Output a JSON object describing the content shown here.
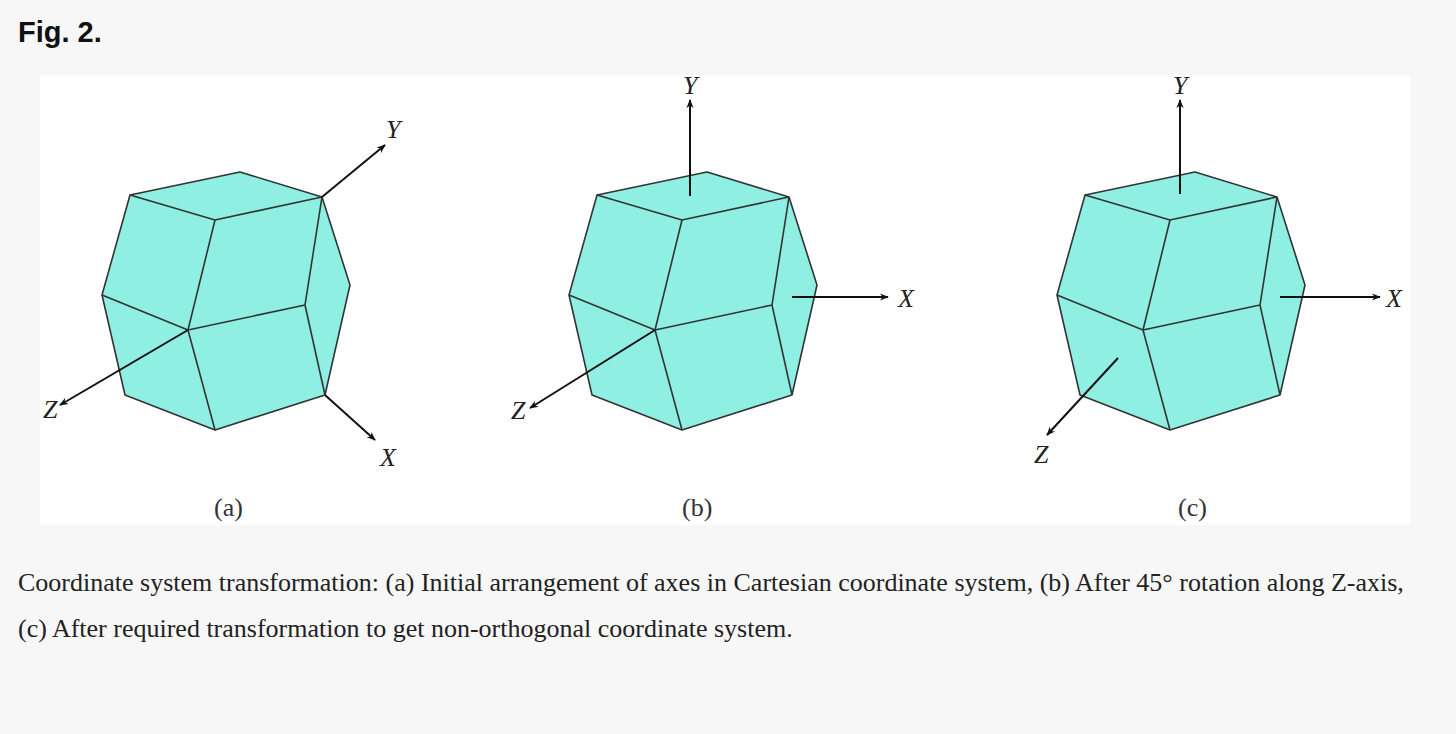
{
  "diagram": {
    "title": "Fig. 2.",
    "caption": "Coordinate system transformation: (a) Initial arrangement of axes in Cartesian coordinate system, (b) After 45° rotation along Z-axis, (c) After required transformation to get non-orthogonal coordinate system.",
    "labels": [
      "Y",
      "Z",
      "X",
      "(a)",
      "Y",
      "X",
      "Z",
      "(b)",
      "Y",
      "X",
      "Z",
      "(c)"
    ]
  }
}
